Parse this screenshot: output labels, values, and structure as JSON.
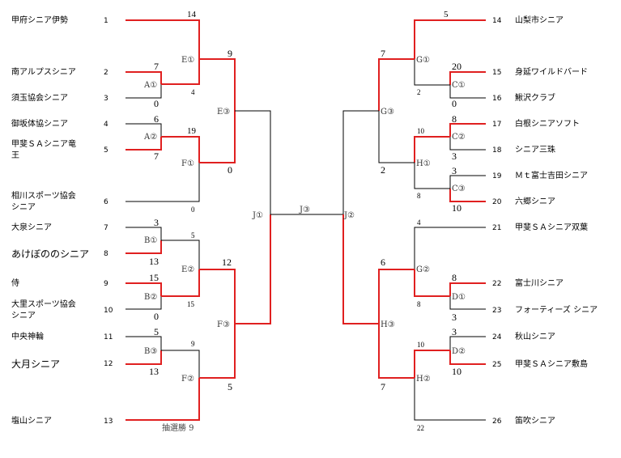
{
  "teams": [
    {
      "seed": "1",
      "name": "甲府シニア伊勢"
    },
    {
      "seed": "2",
      "name": "南アルプスシニア"
    },
    {
      "seed": "3",
      "name": "須玉協会シニア"
    },
    {
      "seed": "4",
      "name": "御坂体協シニア"
    },
    {
      "seed": "5",
      "name": "甲斐ＳＡシニア竜",
      "name2": "王"
    },
    {
      "seed": "6",
      "name": "相川スポーツ協会",
      "name2": "シニア"
    },
    {
      "seed": "7",
      "name": "大泉シニア"
    },
    {
      "seed": "8",
      "name": "あけぼののシニア"
    },
    {
      "seed": "9",
      "name": "侍"
    },
    {
      "seed": "10",
      "name": "大里スポーツ協会",
      "name2": "シニア"
    },
    {
      "seed": "11",
      "name": "中央神輪"
    },
    {
      "seed": "12",
      "name": "大月シニア"
    },
    {
      "seed": "13",
      "name": "塩山シニア"
    },
    {
      "seed": "14",
      "name": "山梨市シニア"
    },
    {
      "seed": "15",
      "name": "身延ワイルドバード"
    },
    {
      "seed": "16",
      "name": "鰍沢クラブ"
    },
    {
      "seed": "17",
      "name": "白根シニアソフト"
    },
    {
      "seed": "18",
      "name": "シニア三珠"
    },
    {
      "seed": "19",
      "name": "Ｍｔ富士吉田シニア"
    },
    {
      "seed": "20",
      "name": "六郷シニア"
    },
    {
      "seed": "21",
      "name": "甲斐ＳＡシニア双葉"
    },
    {
      "seed": "22",
      "name": "富士川シニア"
    },
    {
      "seed": "23",
      "name": "フォーティーズ シニア"
    },
    {
      "seed": "24",
      "name": "秋山シニア"
    },
    {
      "seed": "25",
      "name": "甲斐ＳＡシニア敷島"
    },
    {
      "seed": "26",
      "name": "笛吹シニア"
    }
  ],
  "matches": {
    "A1": "A①",
    "A2": "A②",
    "B1": "B①",
    "B2": "B②",
    "B3": "B③",
    "C1": "C①",
    "C2": "C②",
    "C3": "C③",
    "D1": "D①",
    "D2": "D②",
    "E1": "E①",
    "E2": "E②",
    "E3": "E③",
    "F1": "F①",
    "F2": "F②",
    "F3": "F③",
    "G1": "G①",
    "G2": "G②",
    "G3": "G③",
    "H1": "H①",
    "H2": "H②",
    "H3": "H③",
    "J1": "J①",
    "J2": "J②",
    "J3": "J③"
  },
  "scores": {
    "s14": "14",
    "s1w": "7",
    "s1l": "0",
    "s4": "4",
    "s9": "9",
    "s6": "6",
    "s7": "7",
    "s19": "19",
    "s0f": "0",
    "s0e": "0",
    "s0six": "0",
    "s3": "3",
    "s5": "5",
    "s13a": "13",
    "s12": "12",
    "s15a": "15",
    "s15b": "15",
    "s0b": "0",
    "s5b": "5",
    "s9b": "9",
    "s13b": "13",
    "s5f": "5",
    "r5": "5",
    "r20": "20",
    "r2": "2",
    "r0": "0",
    "r7": "7",
    "r10": "10",
    "r8": "8",
    "r3": "3",
    "r2b": "2",
    "r8b": "8",
    "r3b": "3",
    "r10b": "10",
    "r4": "4",
    "r6": "6",
    "r8c": "8",
    "r8d": "8",
    "r3c": "3",
    "r3d": "3",
    "r10c": "10",
    "r10d": "10",
    "r7b": "7",
    "r22": "22"
  },
  "note": "抽選勝 9",
  "colors": {
    "win": "#e02020",
    "lose": "#000000"
  }
}
